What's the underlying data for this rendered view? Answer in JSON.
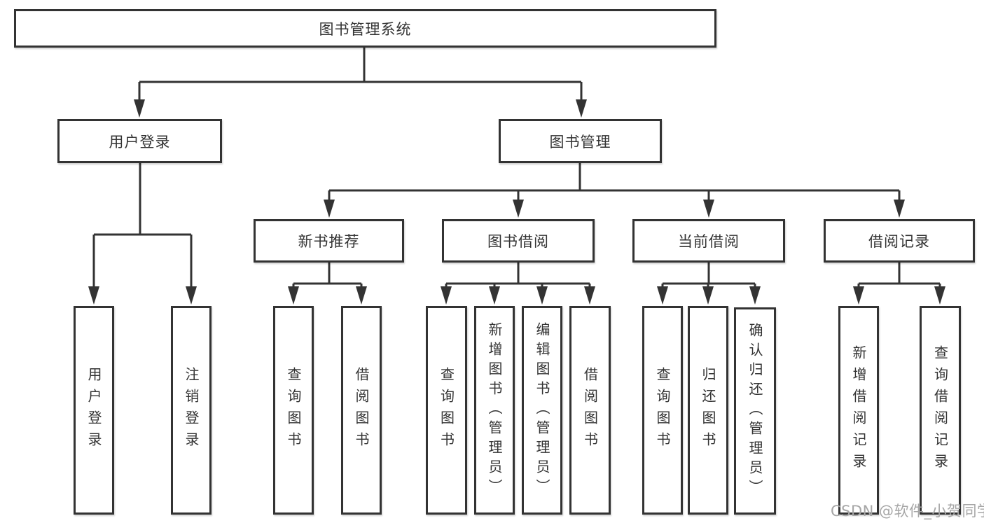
{
  "diagram": {
    "title": "图书管理系统",
    "nodes": {
      "root": "图书管理系统",
      "user_login": "用户登录",
      "book_management": "图书管理",
      "new_book_recommend": "新书推荐",
      "book_borrow": "图书借阅",
      "current_borrow": "当前借阅",
      "borrow_records": "借阅记录",
      "leaf_user_login": "用户登录",
      "leaf_logout": "注销登录",
      "leaf_query_books_recommend": "查询图书",
      "leaf_borrow_books_recommend": "借阅图书",
      "leaf_query_books_borrow": "查询图书",
      "leaf_add_books_admin": "新增图书（管理员）",
      "leaf_edit_books_admin": "编辑图书（管理员）",
      "leaf_borrow_books_borrow": "借阅图书",
      "leaf_query_books_current": "查询图书",
      "leaf_return_books": "归还图书",
      "leaf_confirm_return_admin": "确认归还（管理员）",
      "leaf_add_borrow_record": "新增借阅记录",
      "leaf_query_borrow_record": "查询借阅记录"
    }
  },
  "watermark": "CSDN @软件_小贺同学",
  "colors": {
    "line": "#333333",
    "text": "#333333",
    "background": "#ffffff",
    "watermark": "#a6a6a6"
  }
}
